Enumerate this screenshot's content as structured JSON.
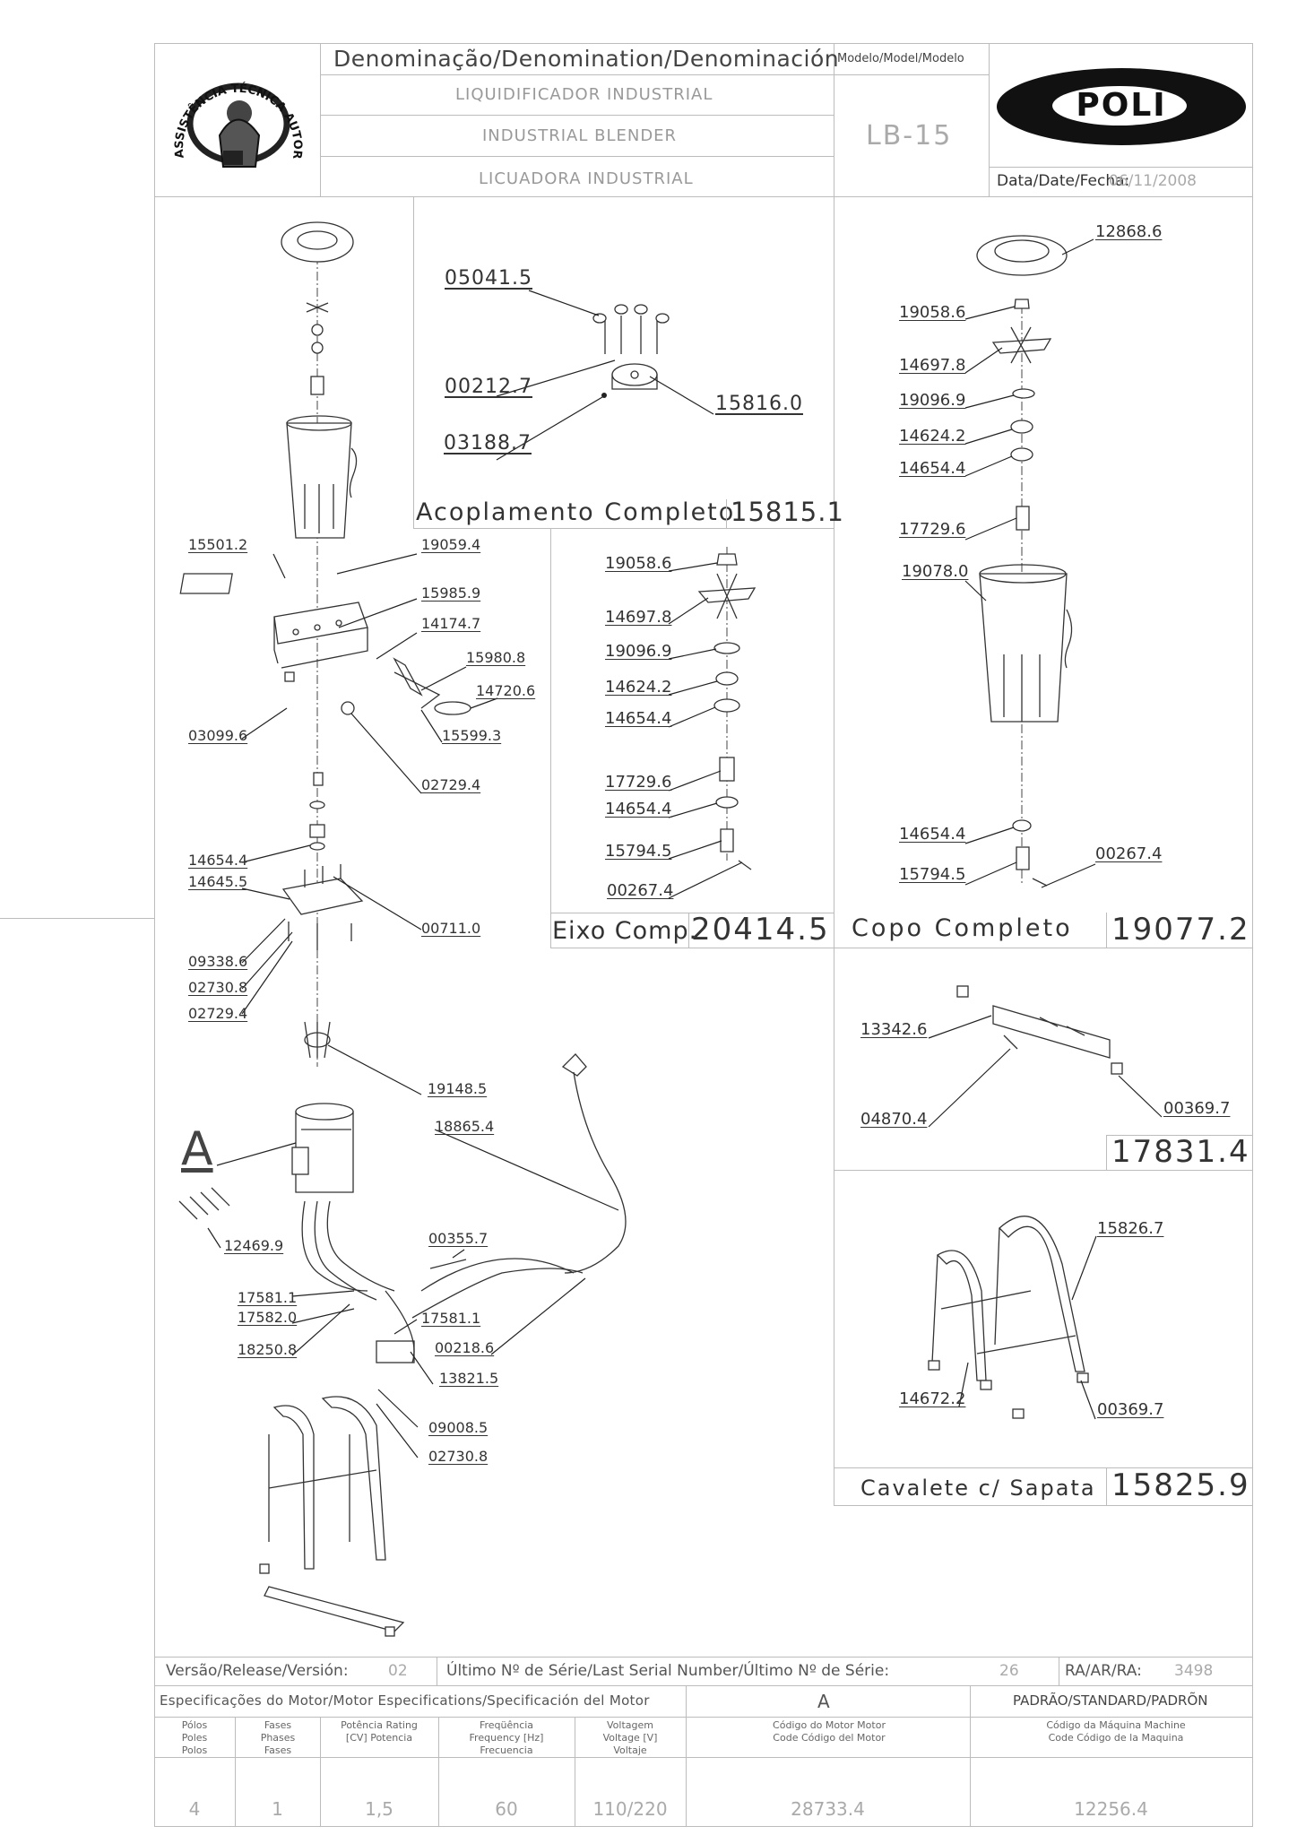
{
  "header": {
    "denomination_title": "Denominação/Denomination/Denominación",
    "model_title": "Modelo/Model/Modelo",
    "desc_pt": "LIQUIDIFICADOR INDUSTRIAL",
    "desc_en": "INDUSTRIAL BLENDER",
    "desc_es": "LICUADORA INDUSTRIAL",
    "model": "LB-15",
    "brand": "POLI",
    "date_label": "Data/Date/Fecha:",
    "date_value": "06/11/2008",
    "seal_text": "ASSISTÊNCIA TÉCNICA AUTORIZADA"
  },
  "assemblies": {
    "coupling": {
      "title": "Acoplamento Completo",
      "code": "15815.1"
    },
    "shaft": {
      "title": "Eixo Comp.",
      "code": "20414.5"
    },
    "cup": {
      "title": "Copo Completo",
      "code": "19077.2"
    },
    "base": {
      "code": "17831.4"
    },
    "stand": {
      "title": "Cavalete c/ Sapata",
      "code": "15825.9"
    }
  },
  "labels": {
    "main": [
      "15501.2",
      "19059.4",
      "15985.9",
      "14174.7",
      "15980.8",
      "14720.6",
      "15599.3",
      "03099.6",
      "02729.4",
      "14654.4",
      "14645.5",
      "00711.0",
      "09338.6",
      "02730.8",
      "02729.4",
      "19148.5",
      "18865.4",
      "A",
      "12469.9",
      "00355.7",
      "17581.1",
      "17582.0",
      "17581.1",
      "00218.6",
      "18250.8",
      "13821.5",
      "09008.5",
      "02730.8"
    ],
    "coupling": [
      "05041.5",
      "00212.7",
      "15816.0",
      "03188.7"
    ],
    "shaft": [
      "19058.6",
      "14697.8",
      "19096.9",
      "14624.2",
      "14654.4",
      "17729.6",
      "14654.4",
      "15794.5",
      "00267.4"
    ],
    "cup": [
      "12868.6",
      "19058.6",
      "14697.8",
      "19096.9",
      "14624.2",
      "14654.4",
      "17729.6",
      "19078.0",
      "14654.4",
      "15794.5",
      "00267.4"
    ],
    "base": [
      "13342.6",
      "04870.4",
      "00369.7"
    ],
    "stand": [
      "15826.7",
      "14672.2",
      "00369.7"
    ]
  },
  "footer": {
    "version_label": "Versão/Release/Versión:",
    "version_value": "02",
    "serial_label": "Último Nº de Série/Last Serial Number/Último Nº de Série:",
    "serial_value": "26",
    "ra_label": "RA/AR/RA:",
    "ra_value": "3498",
    "motor_spec_label": "Especificações do Motor/Motor Especifications/Specificación del Motor",
    "motor_ref": "A",
    "standard_label": "PADRÃO/STANDARD/PADRÕN",
    "col_headers": [
      "Pólos Poles Polos",
      "Fases Phases Fases",
      "Potência Rating [CV] Potencia",
      "Freqüência Frequency [Hz] Frecuencia",
      "Voltagem Voltage [V] Voltaje",
      "Código do Motor Motor Code Código del Motor",
      "Código da Máquina Machine Code Código de la Maquina"
    ],
    "col_values": [
      "4",
      "1",
      "1,5",
      "60",
      "110/220",
      "28733.4",
      "12256.4"
    ]
  }
}
